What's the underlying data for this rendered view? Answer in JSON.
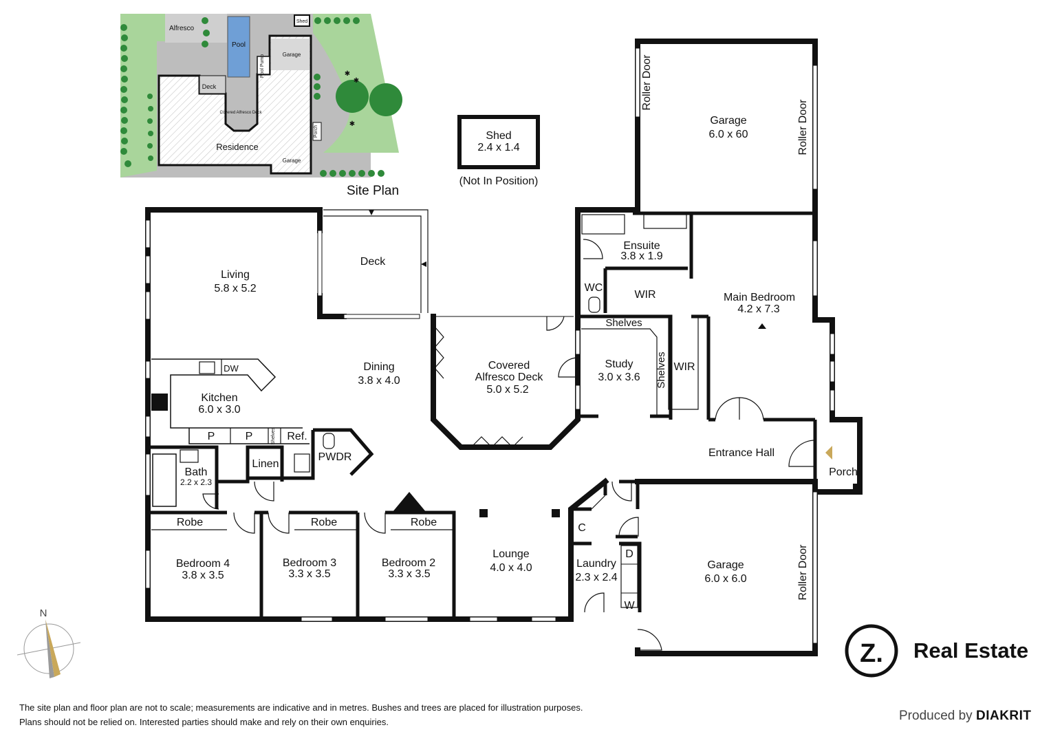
{
  "site_plan": {
    "title": "Site Plan",
    "labels": {
      "alfresco": "Alfresco",
      "pool": "Pool",
      "shed": "Shed",
      "garage_top": "Garage",
      "pool_pump": "Pool Pump",
      "deck": "Deck",
      "covered_alfresco": "Covered Alfresco Deck",
      "residence": "Residence",
      "porch": "Porch",
      "garage_bottom": "Garage"
    }
  },
  "shed": {
    "name": "Shed",
    "size": "2.4 x 1.4",
    "note": "(Not In Position)"
  },
  "rooms": {
    "living": {
      "name": "Living",
      "size": "5.8 x 5.2"
    },
    "deck": {
      "name": "Deck"
    },
    "dining": {
      "name": "Dining",
      "size": "3.8 x 4.0"
    },
    "alfresco": {
      "name1": "Covered",
      "name2": "Alfresco Deck",
      "size": "5.0 x 5.2"
    },
    "kitchen": {
      "name": "Kitchen",
      "size": "6.0 x 3.0",
      "dw": "DW",
      "p1": "P",
      "p2": "P",
      "shelves": "Shelves",
      "ref": "Ref."
    },
    "bath": {
      "name": "Bath",
      "size": "2.2 x 2.3"
    },
    "linen": {
      "name": "Linen"
    },
    "pwdr": {
      "name": "PWDR"
    },
    "bedroom4": {
      "name": "Bedroom 4",
      "size": "3.8 x 3.5",
      "robe": "Robe"
    },
    "bedroom3": {
      "name": "Bedroom 3",
      "size": "3.3 x 3.5",
      "robe": "Robe"
    },
    "bedroom2": {
      "name": "Bedroom 2",
      "size": "3.3 x 3.5",
      "robe": "Robe"
    },
    "lounge": {
      "name": "Lounge",
      "size": "4.0 x 4.0"
    },
    "laundry": {
      "name": "Laundry",
      "size": "2.3 x 2.4",
      "c": "C",
      "d": "D",
      "w": "W"
    },
    "garage_top": {
      "name": "Garage",
      "size": "6.0 x 60",
      "door1": "Roller Door",
      "door2": "Roller Door"
    },
    "garage_bottom": {
      "name": "Garage",
      "size": "6.0 x 6.0",
      "door": "Roller Door"
    },
    "ensuite": {
      "name": "Ensuite",
      "size": "3.8 x 1.9"
    },
    "wc": {
      "name": "WC"
    },
    "wir1": {
      "name": "WIR"
    },
    "wir2": {
      "name": "WIR"
    },
    "shelves_top": {
      "name": "Shelves"
    },
    "shelves_side": {
      "name": "Shelves"
    },
    "main_bedroom": {
      "name": "Main Bedroom",
      "size": "4.2 x 7.3"
    },
    "study": {
      "name": "Study",
      "size": "3.0 x 3.6"
    },
    "entrance_hall": {
      "name": "Entrance Hall"
    },
    "porch": {
      "name": "Porch"
    }
  },
  "compass": {
    "north": "N"
  },
  "disclaimer": {
    "line1": "The site plan and floor plan are not to scale; measurements are indicative and in metres. Bushes and trees are placed for illustration purposes.",
    "line2": "Plans should not be relied on. Interested parties should make and rely on their own enquiries."
  },
  "branding": {
    "name": "Real Estate",
    "logo_letter": "Z.",
    "produced_by": "Produced by",
    "producer": "DIAKRIT"
  },
  "colors": {
    "wall": "#111111",
    "grass": "#a9d59b",
    "tree": "#2f8a3a",
    "pool": "#6f9fd6",
    "paving": "#bdbdbd",
    "accent": "#c9a85a"
  }
}
